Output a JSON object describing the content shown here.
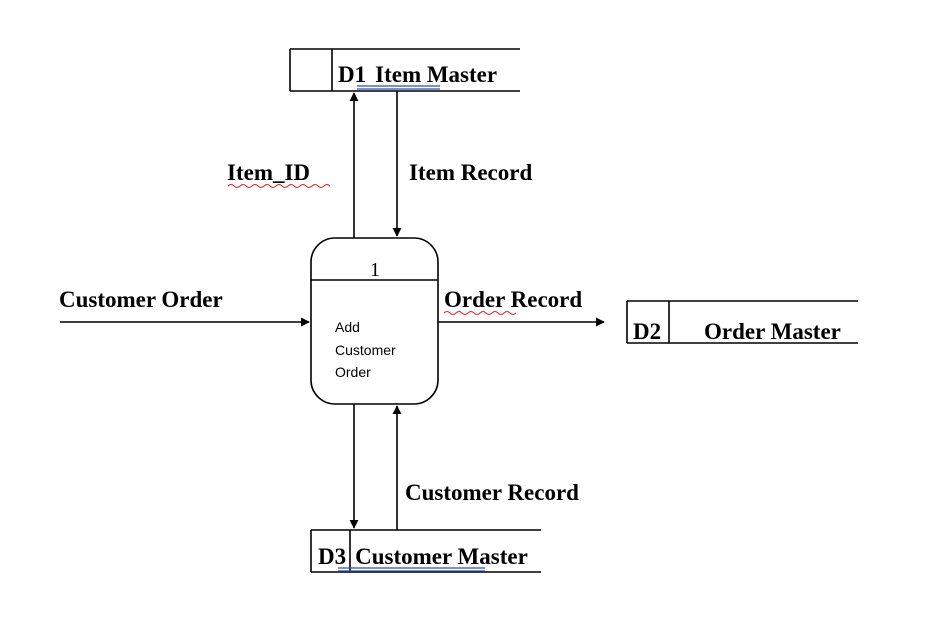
{
  "process": {
    "number": "1",
    "name_lines": [
      "Add",
      "Customer",
      "Order"
    ]
  },
  "stores": {
    "d1": {
      "id": "D1",
      "name": "Item Master"
    },
    "d2": {
      "id": "D2",
      "name": "Order Master"
    },
    "d3": {
      "id": "D3",
      "name": "Customer Master"
    }
  },
  "flows": {
    "item_id": "Item_ID",
    "item_record": "Item Record",
    "customer_order": "Customer Order",
    "order_record": "Order Record",
    "customer_record": "Customer Record"
  }
}
